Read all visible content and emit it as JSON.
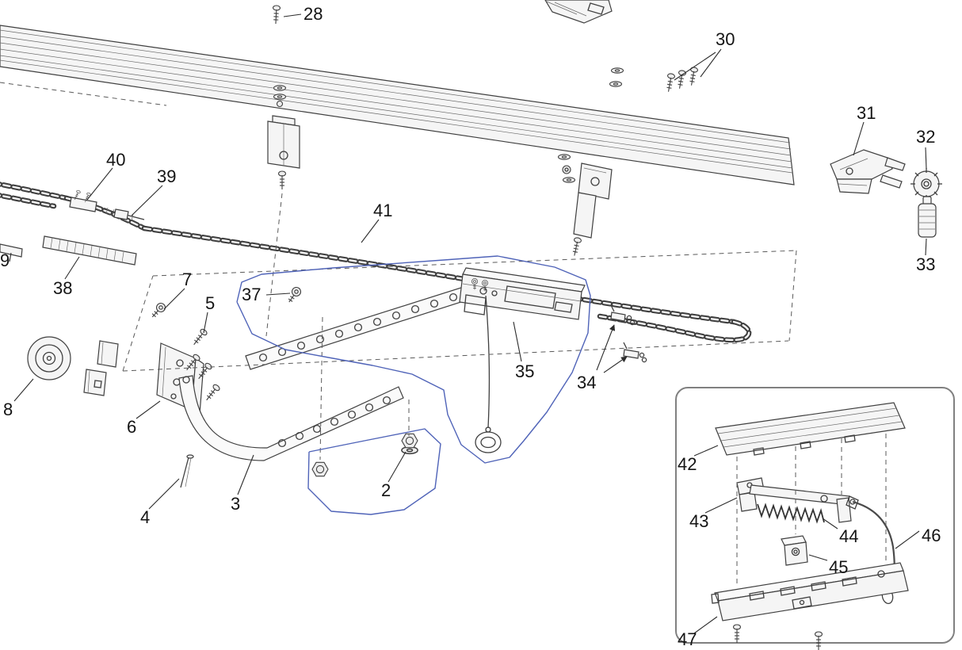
{
  "labels": {
    "p2": "2",
    "p3": "3",
    "p4": "4",
    "p5": "5",
    "p6": "6",
    "p7": "7",
    "p8": "8",
    "p9": "9",
    "p28": "28",
    "p30": "30",
    "p31": "31",
    "p32": "32",
    "p33": "33",
    "p34": "34",
    "p35": "35",
    "p37": "37",
    "p38": "38",
    "p39": "39",
    "p40": "40",
    "p41": "41",
    "p42": "42",
    "p43": "43",
    "p44": "44",
    "p45": "45",
    "p46": "46",
    "p47": "47"
  },
  "colors": {
    "line": "#3f3f3f",
    "kit_outline_blue": "#4f63b8",
    "background": "#ffffff"
  }
}
